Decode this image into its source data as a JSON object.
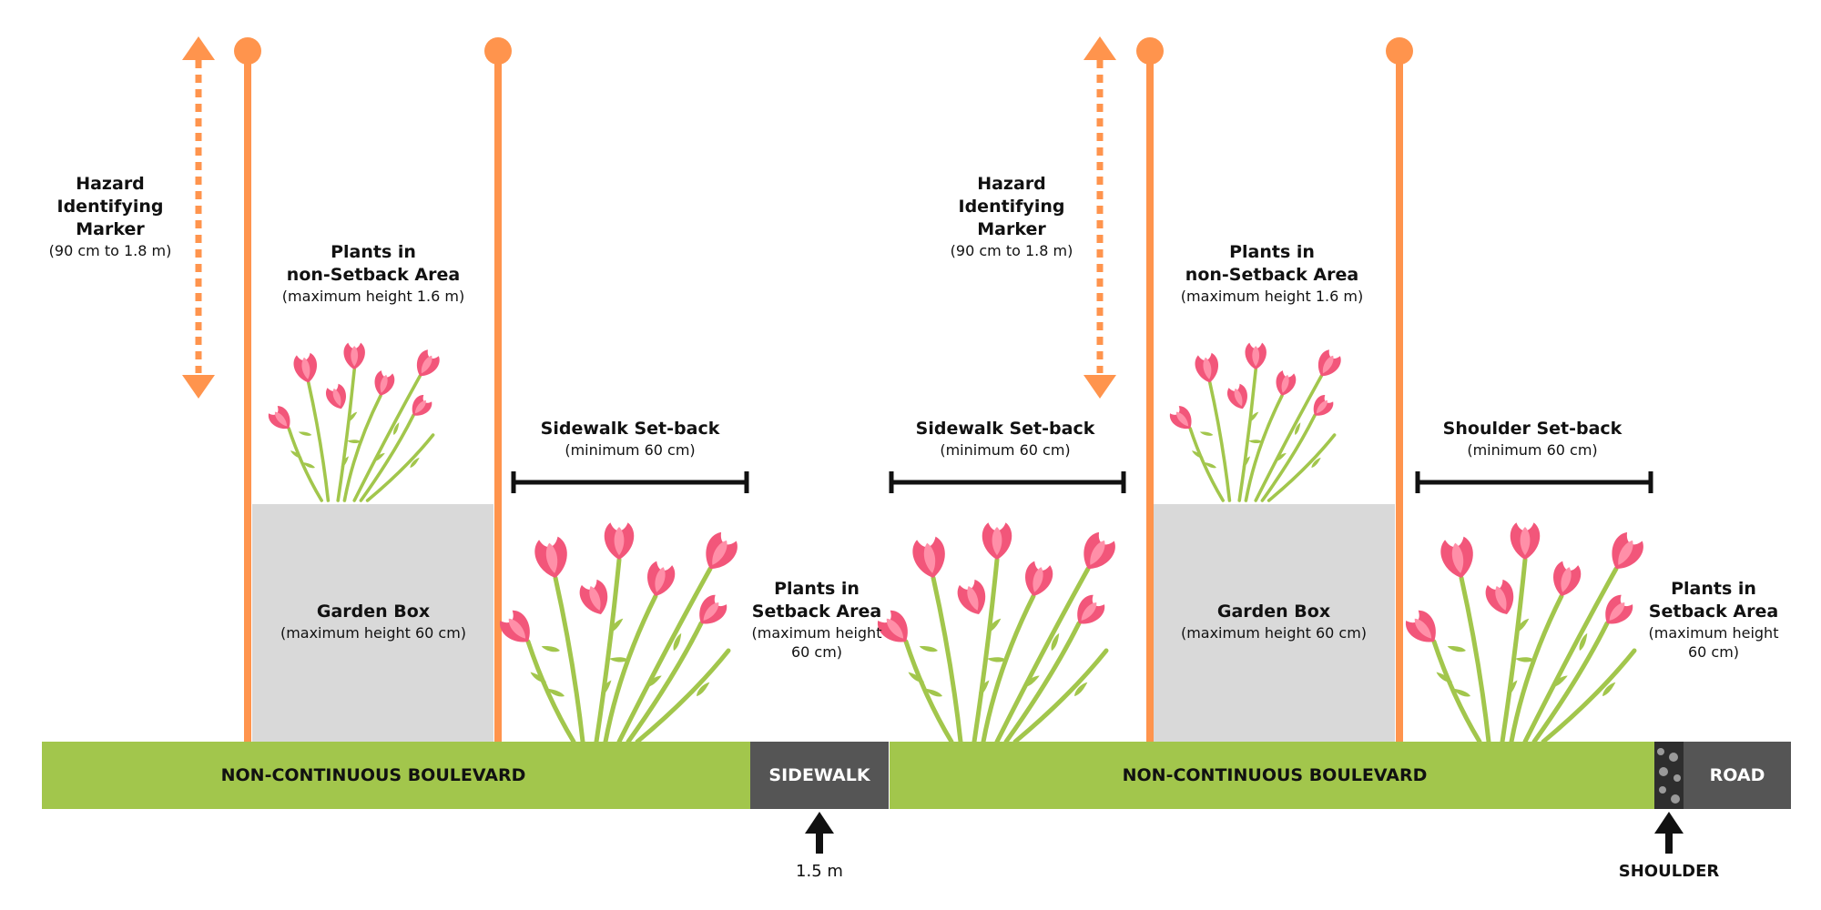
{
  "colors": {
    "marker_orange": "#FF944D",
    "boulevard_green": "#A2C64C",
    "dark_band": "#555555",
    "garden_box": "#D9D9D9",
    "flower_pink": "#F2567A",
    "stem_green": "#A2C64C",
    "bar_black": "#111111"
  },
  "left": {
    "hazard": {
      "title": [
        "Hazard",
        "Identifying",
        "Marker"
      ],
      "sub": "(90 cm to 1.8 m)"
    },
    "plants_non_setback": {
      "title": [
        "Plants in",
        "non-Setback Area"
      ],
      "sub": "(maximum height 1.6 m)"
    },
    "garden_box": {
      "title": "Garden Box",
      "sub": "(maximum height 60 cm)"
    },
    "setback": {
      "title": "Sidewalk Set-back",
      "sub": "(minimum 60 cm)"
    },
    "plants_setback": {
      "title": [
        "Plants in",
        "Setback Area"
      ],
      "sub": [
        "(maximum height",
        "60 cm)"
      ]
    }
  },
  "right": {
    "hazard": {
      "title": [
        "Hazard",
        "Identifying",
        "Marker"
      ],
      "sub": "(90 cm to 1.8 m)"
    },
    "plants_non_setback": {
      "title": [
        "Plants in",
        "non-Setback Area"
      ],
      "sub": "(maximum height 1.6 m)"
    },
    "garden_box": {
      "title": "Garden Box",
      "sub": "(maximum height 60 cm)"
    },
    "setback_sidewalk": {
      "title": "Sidewalk Set-back",
      "sub": "(minimum 60 cm)"
    },
    "setback_shoulder": {
      "title": "Shoulder Set-back",
      "sub": "(minimum 60 cm)"
    },
    "plants_setback": {
      "title": [
        "Plants in",
        "Setback Area"
      ],
      "sub": [
        "(maximum height",
        "60 cm)"
      ]
    }
  },
  "bands": {
    "boulevard_left": "NON-CONTINUOUS BOULEVARD",
    "sidewalk": "SIDEWALK",
    "boulevard_right": "NON-CONTINUOUS BOULEVARD",
    "road": "ROAD"
  },
  "pointers": {
    "sidewalk_width": "1.5 m",
    "shoulder": "SHOULDER"
  }
}
